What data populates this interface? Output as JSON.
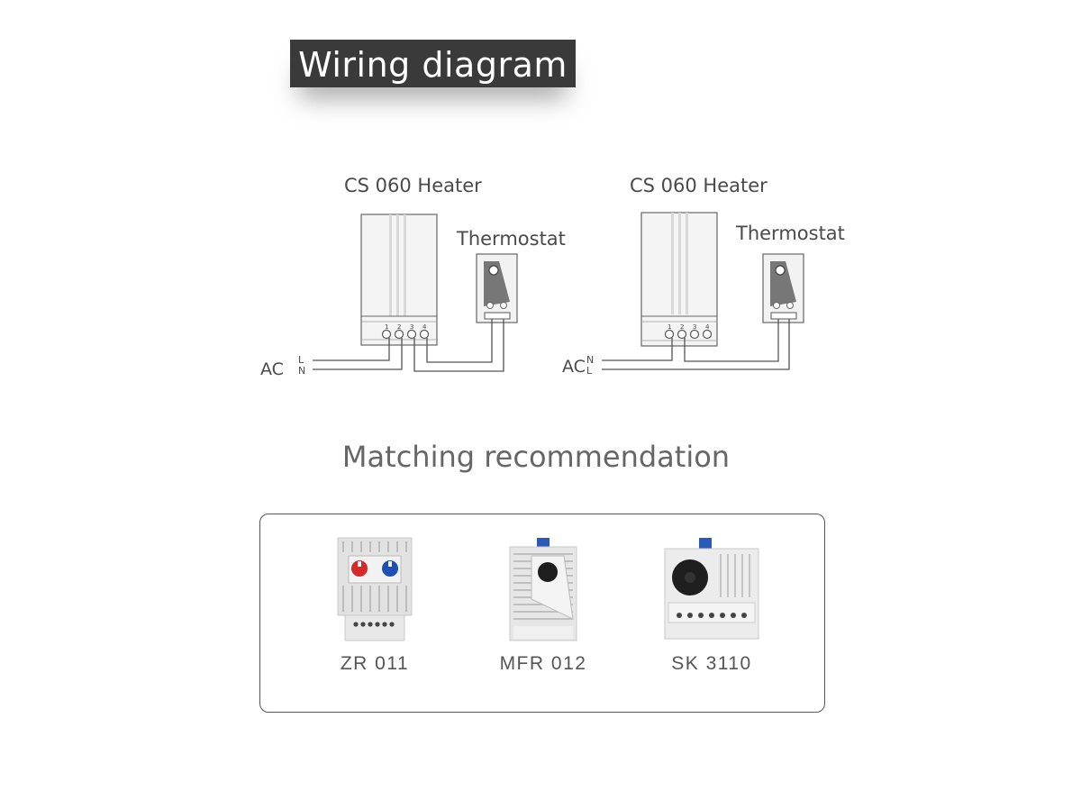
{
  "header": {
    "title": "Wiring diagram"
  },
  "wiring": {
    "diagram1": {
      "heater_label": "CS 060 Heater",
      "thermostat_label": "Thermostat",
      "ac_label": "AC",
      "line_top": "L",
      "line_bottom": "N",
      "terminals": [
        "1",
        "2",
        "3",
        "4"
      ]
    },
    "diagram2": {
      "heater_label": "CS 060 Heater",
      "thermostat_label": "Thermostat",
      "ac_label": "AC",
      "line_top": "N",
      "line_bottom": "L",
      "terminals": [
        "1",
        "2",
        "3",
        "4"
      ]
    }
  },
  "recommendation": {
    "title": "Matching recommendation",
    "products": [
      {
        "name": "ZR 011",
        "icon": "dual-thermostat-icon"
      },
      {
        "name": "MFR 012",
        "icon": "hygrostat-icon"
      },
      {
        "name": "SK 3110",
        "icon": "dial-thermostat-icon"
      }
    ]
  }
}
